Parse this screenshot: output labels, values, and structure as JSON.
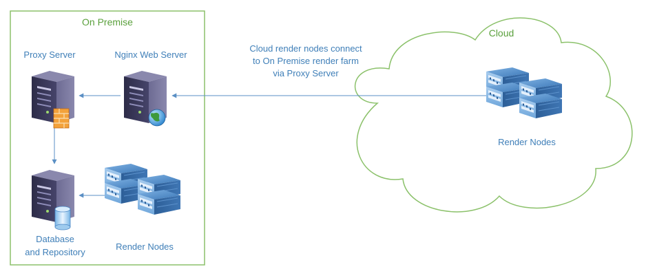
{
  "on_premise": {
    "title": "On Premise",
    "proxy_server": "Proxy Server",
    "nginx_server": "Nginx Web Server",
    "database_line1": "Database",
    "database_line2": "and Repository",
    "render_nodes": "Render Nodes"
  },
  "cloud": {
    "title": "Cloud",
    "render_nodes": "Render Nodes"
  },
  "connection_note": {
    "line1": "Cloud render nodes connect",
    "line2": "to On Premise render farm",
    "line3": "via Proxy Server"
  },
  "colors": {
    "boundary_green": "#8bc16a",
    "title_green": "#5aa03c",
    "label_blue": "#3f7fb8",
    "connector_blue": "#5a8fc4",
    "server_purple": "#3b3a5c",
    "rack_blue": "#4a86c5"
  },
  "icons": {
    "proxy_server": "server-tower-with-firewall-icon",
    "nginx_server": "server-tower-with-globe-icon",
    "database_server": "server-tower-with-database-icon",
    "render_nodes": "rack-server-cluster-icon",
    "cloud": "cloud-outline-icon"
  }
}
